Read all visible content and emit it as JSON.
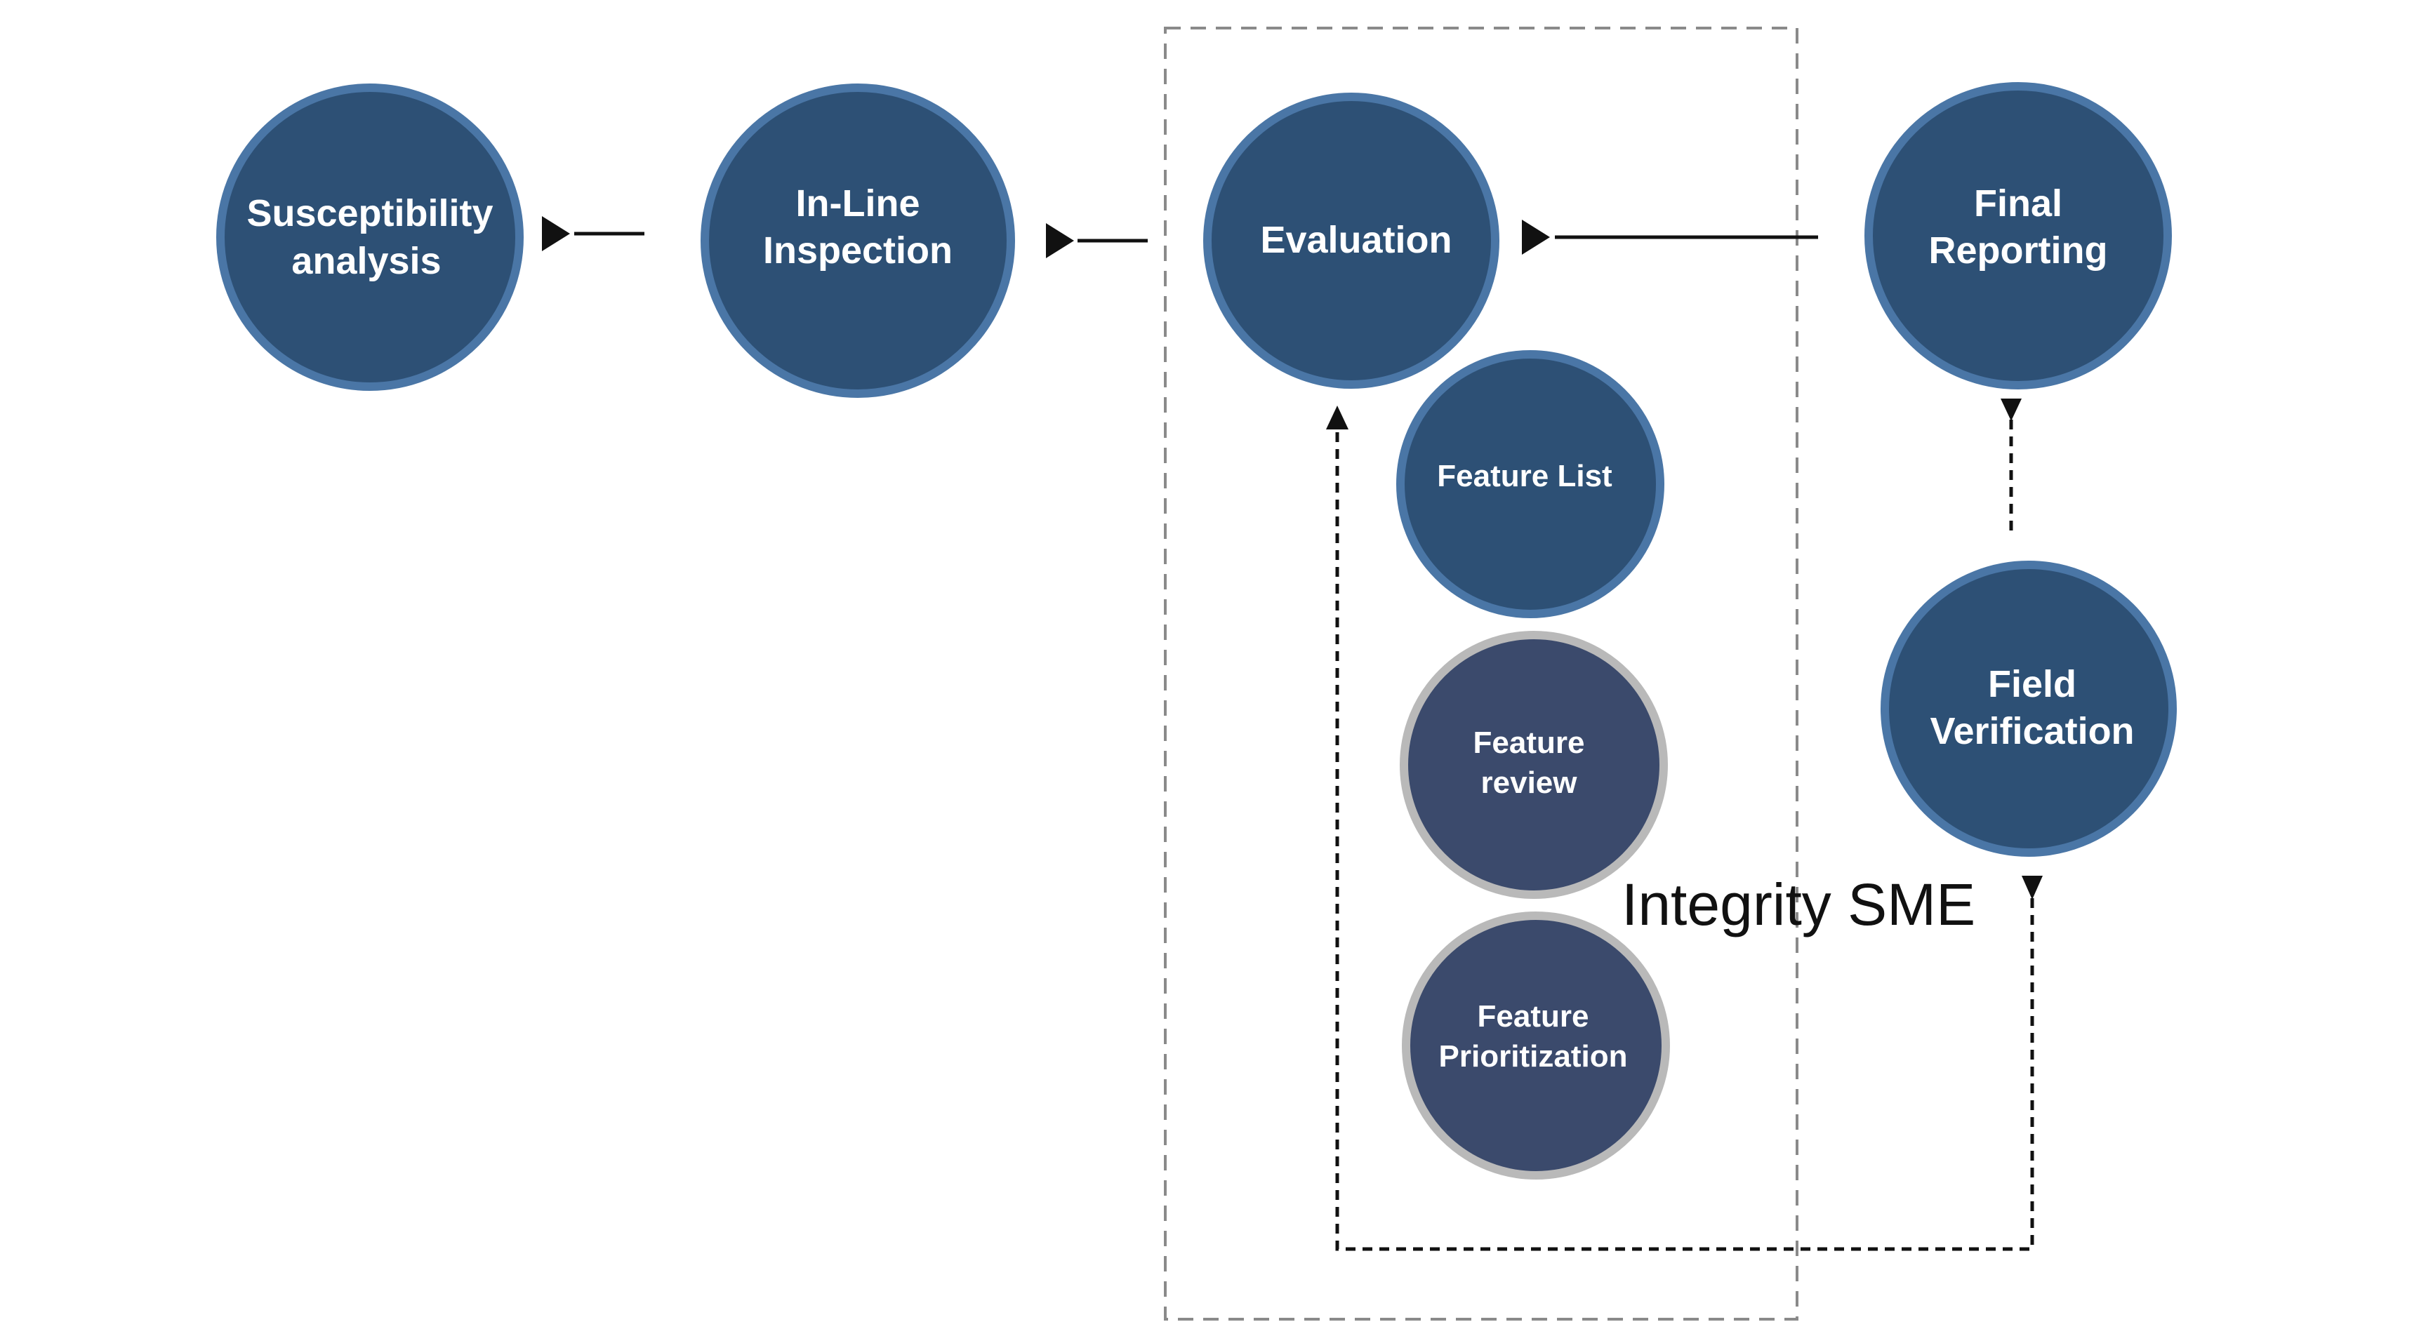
{
  "colors": {
    "node_fill": "#2d5075",
    "node_ring": "#4a76a6",
    "subnode_fill": "#3b4a6c",
    "subnode_ring": "#b9b9b9",
    "connector": "#111111",
    "dashed_box": "#8a8a8a"
  },
  "nodes": {
    "susceptibility": {
      "line1": "Susceptibility",
      "line2": "analysis"
    },
    "inline": {
      "line1": "In-Line",
      "line2": "Inspection"
    },
    "evaluation": {
      "line1": "Evaluation"
    },
    "final": {
      "line1": "Final",
      "line2": "Reporting"
    },
    "feature_list": {
      "line1": "Feature List"
    },
    "feature_review": {
      "line1": "Feature",
      "line2": "review"
    },
    "feature_prioritization": {
      "line1": "Feature",
      "line2": "Prioritization"
    },
    "field_verification": {
      "line1": "Field",
      "line2": "Verification"
    }
  },
  "group": {
    "label": "Integrity SME"
  }
}
